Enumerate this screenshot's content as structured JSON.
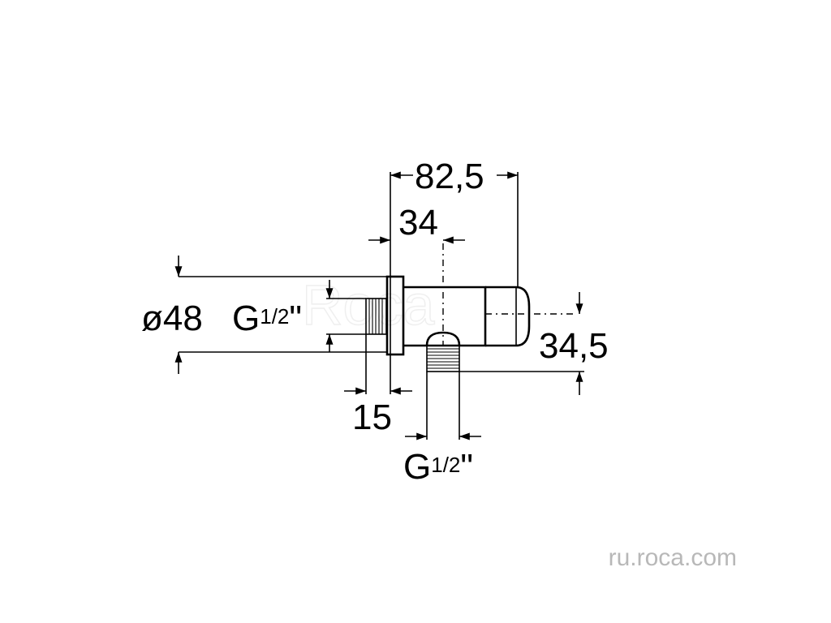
{
  "dimensions": {
    "overall_length": "82,5",
    "body_offset": "34",
    "flange_diameter": "ø48",
    "wall_thread": {
      "base": "G",
      "fraction": "1/2",
      "inch": "\""
    },
    "outlet_height": "34,5",
    "thread_length": "15",
    "outlet_thread": {
      "base": "G",
      "fraction": "1/2",
      "inch": "\""
    }
  },
  "watermark": "ru.roca.com",
  "ghost_logo": "Roca",
  "colors": {
    "line": "#000000",
    "watermark": "#b8b8b8",
    "background": "#ffffff"
  }
}
